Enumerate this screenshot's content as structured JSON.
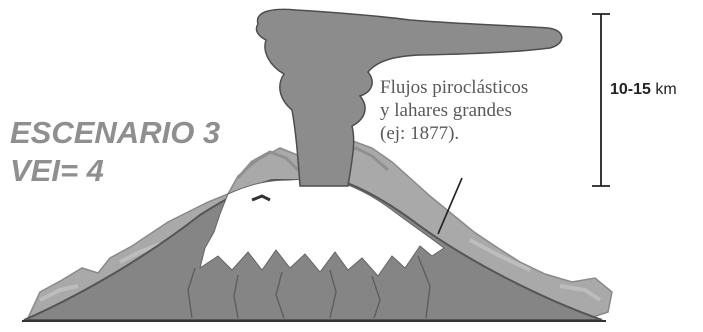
{
  "scenario": {
    "title": "ESCENARIO 3",
    "vei": "VEI= 4"
  },
  "annotation": {
    "line1": "Flujos piroclásticos",
    "line2": "y lahares grandes",
    "line3": "(ej: 1877)."
  },
  "scale": {
    "range": "10-15",
    "unit": "km"
  },
  "colors": {
    "plume": "#8c8c8c",
    "volcano": "#858585",
    "snow": "#ffffff",
    "flows": "#a9a9a9",
    "text_scenario": "#8f8f8f",
    "text_annotation": "#595959"
  }
}
